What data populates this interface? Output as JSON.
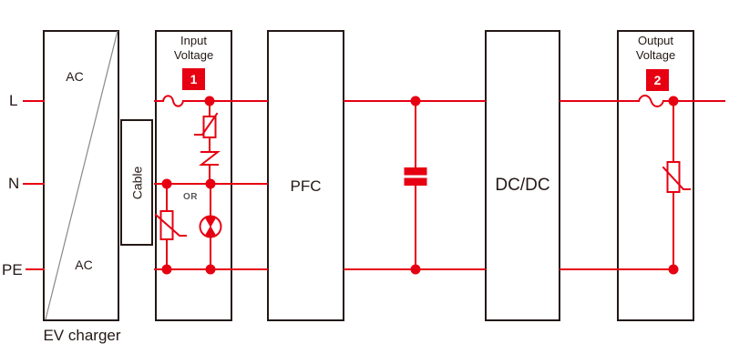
{
  "terminals": {
    "l": "L",
    "n": "N",
    "pe": "PE"
  },
  "blocks": {
    "ev_charger": {
      "caption": "EV charger",
      "ac_top": "AC",
      "ac_bottom": "AC"
    },
    "cable": {
      "label": "Cable"
    },
    "input_stage": {
      "line1": "Input",
      "line2": "Voltage",
      "badge": "1",
      "or": "OR"
    },
    "pfc": {
      "label": "PFC"
    },
    "dcdc": {
      "label": "DC/DC"
    },
    "output_stage": {
      "line1": "Output",
      "line2": "Voltage",
      "badge": "2"
    }
  },
  "icons": {
    "inductor": "inductor-icon",
    "varistor": "varistor-icon",
    "spark_gap": "spark-gap-icon",
    "gas_discharge_tube": "gas-discharge-tube-icon",
    "capacitor": "capacitor-icon"
  },
  "colors": {
    "wire": "#e60012",
    "badge_bg": "#e60012",
    "badge_text": "#ffffff",
    "box_border": "#231815",
    "text": "#231815",
    "or_text": "#595757",
    "diagonal": "#898989"
  }
}
